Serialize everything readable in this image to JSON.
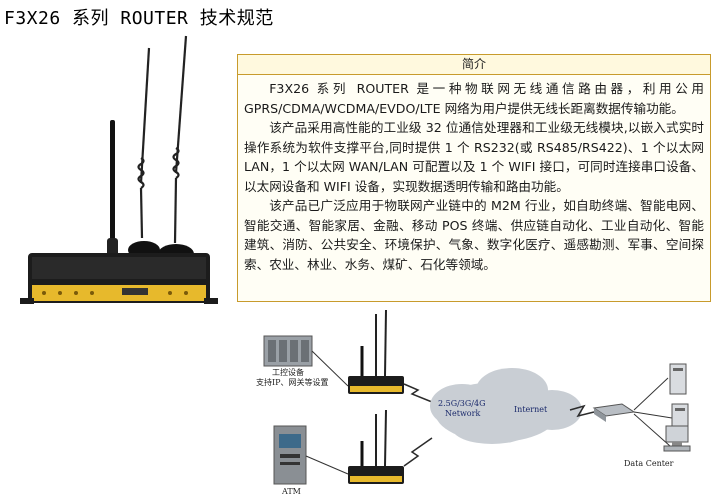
{
  "page": {
    "title": "F3X26 系列 ROUTER 技术规范"
  },
  "intro": {
    "heading": "简介",
    "paragraphs": [
      "F3X26 系列 ROUTER 是一种物联网无线通信路由器，利用公用 GPRS/CDMA/WCDMA/EVDO/LTE 网络为用户提供无线长距离数据传输功能。",
      "该产品采用高性能的工业级 32 位通信处理器和工业级无线模块,以嵌入式实时操作系统为软件支撑平台,同时提供 1 个 RS232(或 RS485/RS422)、1 个以太网 LAN，1 个以太网 WAN/LAN 可配置以及 1 个 WIFI 接口，可同时连接串口设备、以太网设备和 WIFI 设备，实现数据透明传输和路由功能。",
      "该产品已广泛应用于物联网产业链中的 M2M 行业，如自助终端、智能电网、智能交通、智能家居、金融、移动 POS 终端、供应链自动化、工业自动化、智能建筑、消防、公共安全、环境保护、气象、数字化医疗、遥感勘测、军事、空间探索、农业、林业、水务、煤矿、石化等领域。"
    ]
  },
  "diagram": {
    "device_label_line1": "工控设备",
    "device_label_line2": "支持IP、网关等设置",
    "network_label_line1": "2.5G/3G/4G",
    "network_label_line2": "Network",
    "internet_label": "Internet",
    "atm_label": "ATM",
    "datacenter_label": "Data Center"
  },
  "colors": {
    "router_body": "#1c1c1c",
    "router_panel": "#e7b92c",
    "box_border": "#c89b2c"
  }
}
